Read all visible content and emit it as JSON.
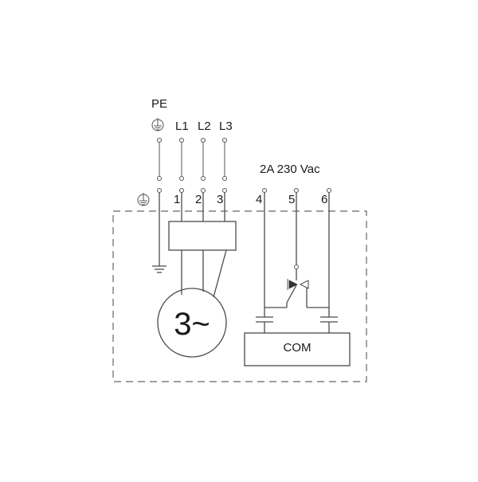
{
  "supply": {
    "pe_label": "PE",
    "lines": [
      "L1",
      "L2",
      "L3"
    ]
  },
  "terminals": {
    "motor_pins": [
      "1",
      "2",
      "3"
    ],
    "contact_pins": [
      "4",
      "5",
      "6"
    ]
  },
  "contact_rating": "2A 230 Vac",
  "motor_label": "3~",
  "com_label": "COM",
  "colors": {
    "line": "#4a4a4a",
    "text": "#1a1a1a",
    "background": "#ffffff"
  }
}
